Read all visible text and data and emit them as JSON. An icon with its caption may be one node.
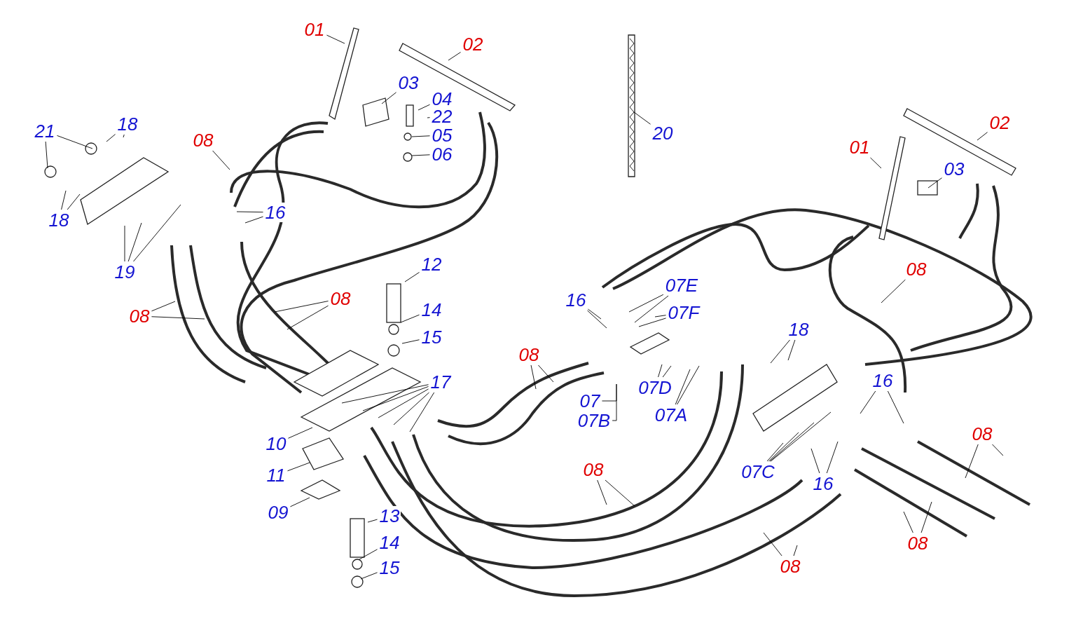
{
  "diagram": {
    "nodes": [
      {
        "text": [
          "01"
        ]
      },
      {
        "text": [
          "02"
        ]
      },
      {
        "text": [
          "03"
        ]
      },
      {
        "text": [
          "04"
        ]
      },
      {
        "text": [
          "22"
        ]
      },
      {
        "text": [
          "05"
        ]
      },
      {
        "text": [
          "06"
        ]
      },
      {
        "text": [
          "20"
        ]
      },
      {
        "text": [
          "21"
        ]
      },
      {
        "text": [
          "18"
        ]
      },
      {
        "text": [
          "18"
        ]
      },
      {
        "text": [
          "08"
        ]
      },
      {
        "text": [
          "16"
        ]
      },
      {
        "text": [
          "19"
        ]
      },
      {
        "text": [
          "08"
        ]
      },
      {
        "text": [
          "08"
        ]
      },
      {
        "text": [
          "12"
        ]
      },
      {
        "text": [
          "14"
        ]
      },
      {
        "text": [
          "15"
        ]
      },
      {
        "text": [
          "17"
        ]
      },
      {
        "text": [
          "10"
        ]
      },
      {
        "text": [
          "11"
        ]
      },
      {
        "text": [
          "09"
        ]
      },
      {
        "text": [
          "13"
        ]
      },
      {
        "text": [
          "14"
        ]
      },
      {
        "text": [
          "15"
        ]
      },
      {
        "text": [
          "08"
        ]
      },
      {
        "text": [
          "16"
        ]
      },
      {
        "text": [
          "07E"
        ]
      },
      {
        "text": [
          "07F"
        ]
      },
      {
        "text": [
          "07"
        ]
      },
      {
        "text": [
          "07B"
        ]
      },
      {
        "text": [
          "07D"
        ]
      },
      {
        "text": [
          "07A"
        ]
      },
      {
        "text": [
          "18"
        ]
      },
      {
        "text": [
          "07C"
        ]
      },
      {
        "text": [
          "16"
        ]
      },
      {
        "text": [
          "16"
        ]
      },
      {
        "text": [
          "08"
        ]
      },
      {
        "text": [
          "08"
        ]
      },
      {
        "text": [
          "08"
        ]
      },
      {
        "text": [
          "08"
        ]
      },
      {
        "text": [
          "08"
        ]
      },
      {
        "text": [
          "01"
        ]
      },
      {
        "text": [
          "02"
        ]
      },
      {
        "text": [
          "03"
        ]
      }
    ],
    "edges": [
      {
        "from": 0,
        "to": null,
        "arrow": "none"
      },
      {
        "from": 1,
        "to": null,
        "arrow": "none"
      },
      {
        "from": 2,
        "to": null,
        "arrow": "none"
      },
      {
        "from": 3,
        "to": null,
        "arrow": "none"
      },
      {
        "from": 4,
        "to": null,
        "arrow": "none"
      },
      {
        "from": 5,
        "to": null,
        "arrow": "none"
      },
      {
        "from": 6,
        "to": null,
        "arrow": "none"
      },
      {
        "from": 7,
        "to": null,
        "arrow": "none"
      },
      {
        "from": 8,
        "to": null,
        "arrow": "none"
      },
      {
        "from": 8,
        "to": null,
        "arrow": "none"
      },
      {
        "from": 9,
        "to": null,
        "arrow": "none"
      },
      {
        "from": 9,
        "to": null,
        "arrow": "none"
      },
      {
        "from": 10,
        "to": null,
        "arrow": "none"
      },
      {
        "from": 10,
        "to": null,
        "arrow": "none"
      },
      {
        "from": 11,
        "to": null,
        "arrow": "none"
      },
      {
        "from": 12,
        "to": null,
        "arrow": "none"
      },
      {
        "from": 12,
        "to": null,
        "arrow": "none"
      },
      {
        "from": 13,
        "to": null,
        "arrow": "none"
      },
      {
        "from": 13,
        "to": null,
        "arrow": "none"
      },
      {
        "from": 13,
        "to": null,
        "arrow": "none"
      },
      {
        "from": 14,
        "to": null,
        "arrow": "none"
      },
      {
        "from": 14,
        "to": null,
        "arrow": "none"
      },
      {
        "from": 15,
        "to": null,
        "arrow": "none"
      },
      {
        "from": 15,
        "to": null,
        "arrow": "none"
      },
      {
        "from": 16,
        "to": null,
        "arrow": "none"
      },
      {
        "from": 17,
        "to": null,
        "arrow": "none"
      },
      {
        "from": 18,
        "to": null,
        "arrow": "none"
      },
      {
        "from": 19,
        "to": null,
        "arrow": "none"
      },
      {
        "from": 19,
        "to": null,
        "arrow": "none"
      },
      {
        "from": 19,
        "to": null,
        "arrow": "none"
      },
      {
        "from": 19,
        "to": null,
        "arrow": "none"
      },
      {
        "from": 19,
        "to": null,
        "arrow": "none"
      },
      {
        "from": 20,
        "to": null,
        "arrow": "none"
      },
      {
        "from": 21,
        "to": null,
        "arrow": "none"
      },
      {
        "from": 22,
        "to": null,
        "arrow": "none"
      },
      {
        "from": 23,
        "to": null,
        "arrow": "none"
      },
      {
        "from": 24,
        "to": null,
        "arrow": "none"
      },
      {
        "from": 25,
        "to": null,
        "arrow": "none"
      },
      {
        "from": 26,
        "to": null,
        "arrow": "none"
      },
      {
        "from": 26,
        "to": null,
        "arrow": "none"
      },
      {
        "from": 27,
        "to": null,
        "arrow": "none"
      },
      {
        "from": 27,
        "to": null,
        "arrow": "none"
      },
      {
        "from": 28,
        "to": null,
        "arrow": "none"
      },
      {
        "from": 28,
        "to": null,
        "arrow": "none"
      },
      {
        "from": 29,
        "to": null,
        "arrow": "none"
      },
      {
        "from": 29,
        "to": null,
        "arrow": "none"
      },
      {
        "from": 30,
        "to": null,
        "arrow": "none"
      },
      {
        "from": 31,
        "to": null,
        "arrow": "none"
      },
      {
        "from": 32,
        "to": null,
        "arrow": "none"
      },
      {
        "from": 32,
        "to": null,
        "arrow": "none"
      },
      {
        "from": 33,
        "to": null,
        "arrow": "none"
      },
      {
        "from": 33,
        "to": null,
        "arrow": "none"
      },
      {
        "from": 34,
        "to": null,
        "arrow": "none"
      },
      {
        "from": 34,
        "to": null,
        "arrow": "none"
      },
      {
        "from": 35,
        "to": null,
        "arrow": "none"
      },
      {
        "from": 35,
        "to": null,
        "arrow": "none"
      },
      {
        "from": 35,
        "to": null,
        "arrow": "none"
      },
      {
        "from": 35,
        "to": null,
        "arrow": "none"
      },
      {
        "from": 36,
        "to": null,
        "arrow": "none"
      },
      {
        "from": 36,
        "to": null,
        "arrow": "none"
      },
      {
        "from": 37,
        "to": null,
        "arrow": "none"
      },
      {
        "from": 37,
        "to": null,
        "arrow": "none"
      },
      {
        "from": 38,
        "to": null,
        "arrow": "none"
      },
      {
        "from": 38,
        "to": null,
        "arrow": "none"
      },
      {
        "from": 39,
        "to": null,
        "arrow": "none"
      },
      {
        "from": 39,
        "to": null,
        "arrow": "none"
      },
      {
        "from": 40,
        "to": null,
        "arrow": "none"
      },
      {
        "from": 40,
        "to": null,
        "arrow": "none"
      },
      {
        "from": 41,
        "to": null,
        "arrow": "none"
      },
      {
        "from": 41,
        "to": null,
        "arrow": "none"
      },
      {
        "from": 42,
        "to": null,
        "arrow": "none"
      },
      {
        "from": 43,
        "to": null,
        "arrow": "none"
      },
      {
        "from": 44,
        "to": null,
        "arrow": "none"
      },
      {
        "from": 45,
        "to": null,
        "arrow": "none"
      }
    ]
  }
}
